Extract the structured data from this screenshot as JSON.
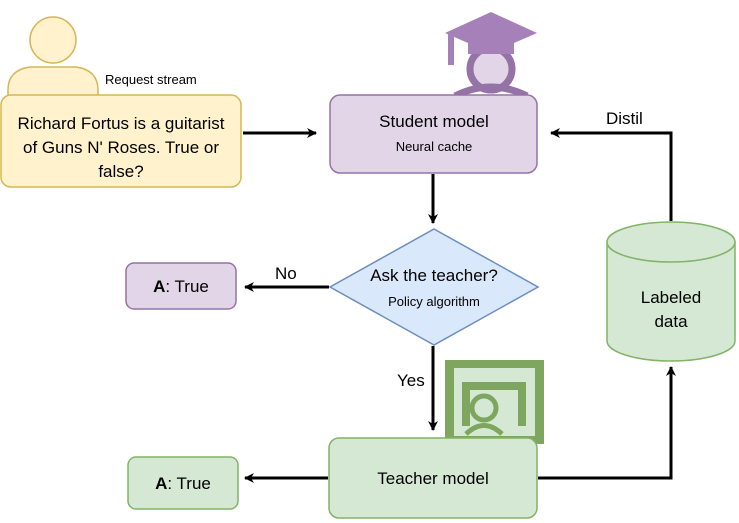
{
  "request": {
    "label": "Request stream",
    "lines": [
      "Richard Fortus is a guitarist",
      "of Guns N' Roses. True or",
      "false?"
    ]
  },
  "student": {
    "title": "Student model",
    "subtitle": "Neural cache"
  },
  "decision": {
    "title": "Ask the teacher?",
    "subtitle": "Policy algorithm"
  },
  "edges": {
    "no": "No",
    "yes": "Yes",
    "distil": "Distil"
  },
  "answer_top": {
    "prefix": "A",
    "text": ": True"
  },
  "answer_bottom": {
    "prefix": "A",
    "text": ": True"
  },
  "teacher": {
    "title": "Teacher model"
  },
  "store": {
    "lines": [
      "Labeled",
      "data"
    ]
  },
  "colors": {
    "user_fill": "#fff2cc",
    "user_stroke": "#d6b656",
    "purple_fill": "#e1d5e7",
    "purple_stroke": "#9673a6",
    "grad_cap": "#a680b8",
    "blue_fill": "#dae8fc",
    "blue_stroke": "#6c8ebf",
    "green_fill": "#d5e8d4",
    "green_stroke": "#82b366",
    "teacher_icon": "#7ea65f"
  }
}
